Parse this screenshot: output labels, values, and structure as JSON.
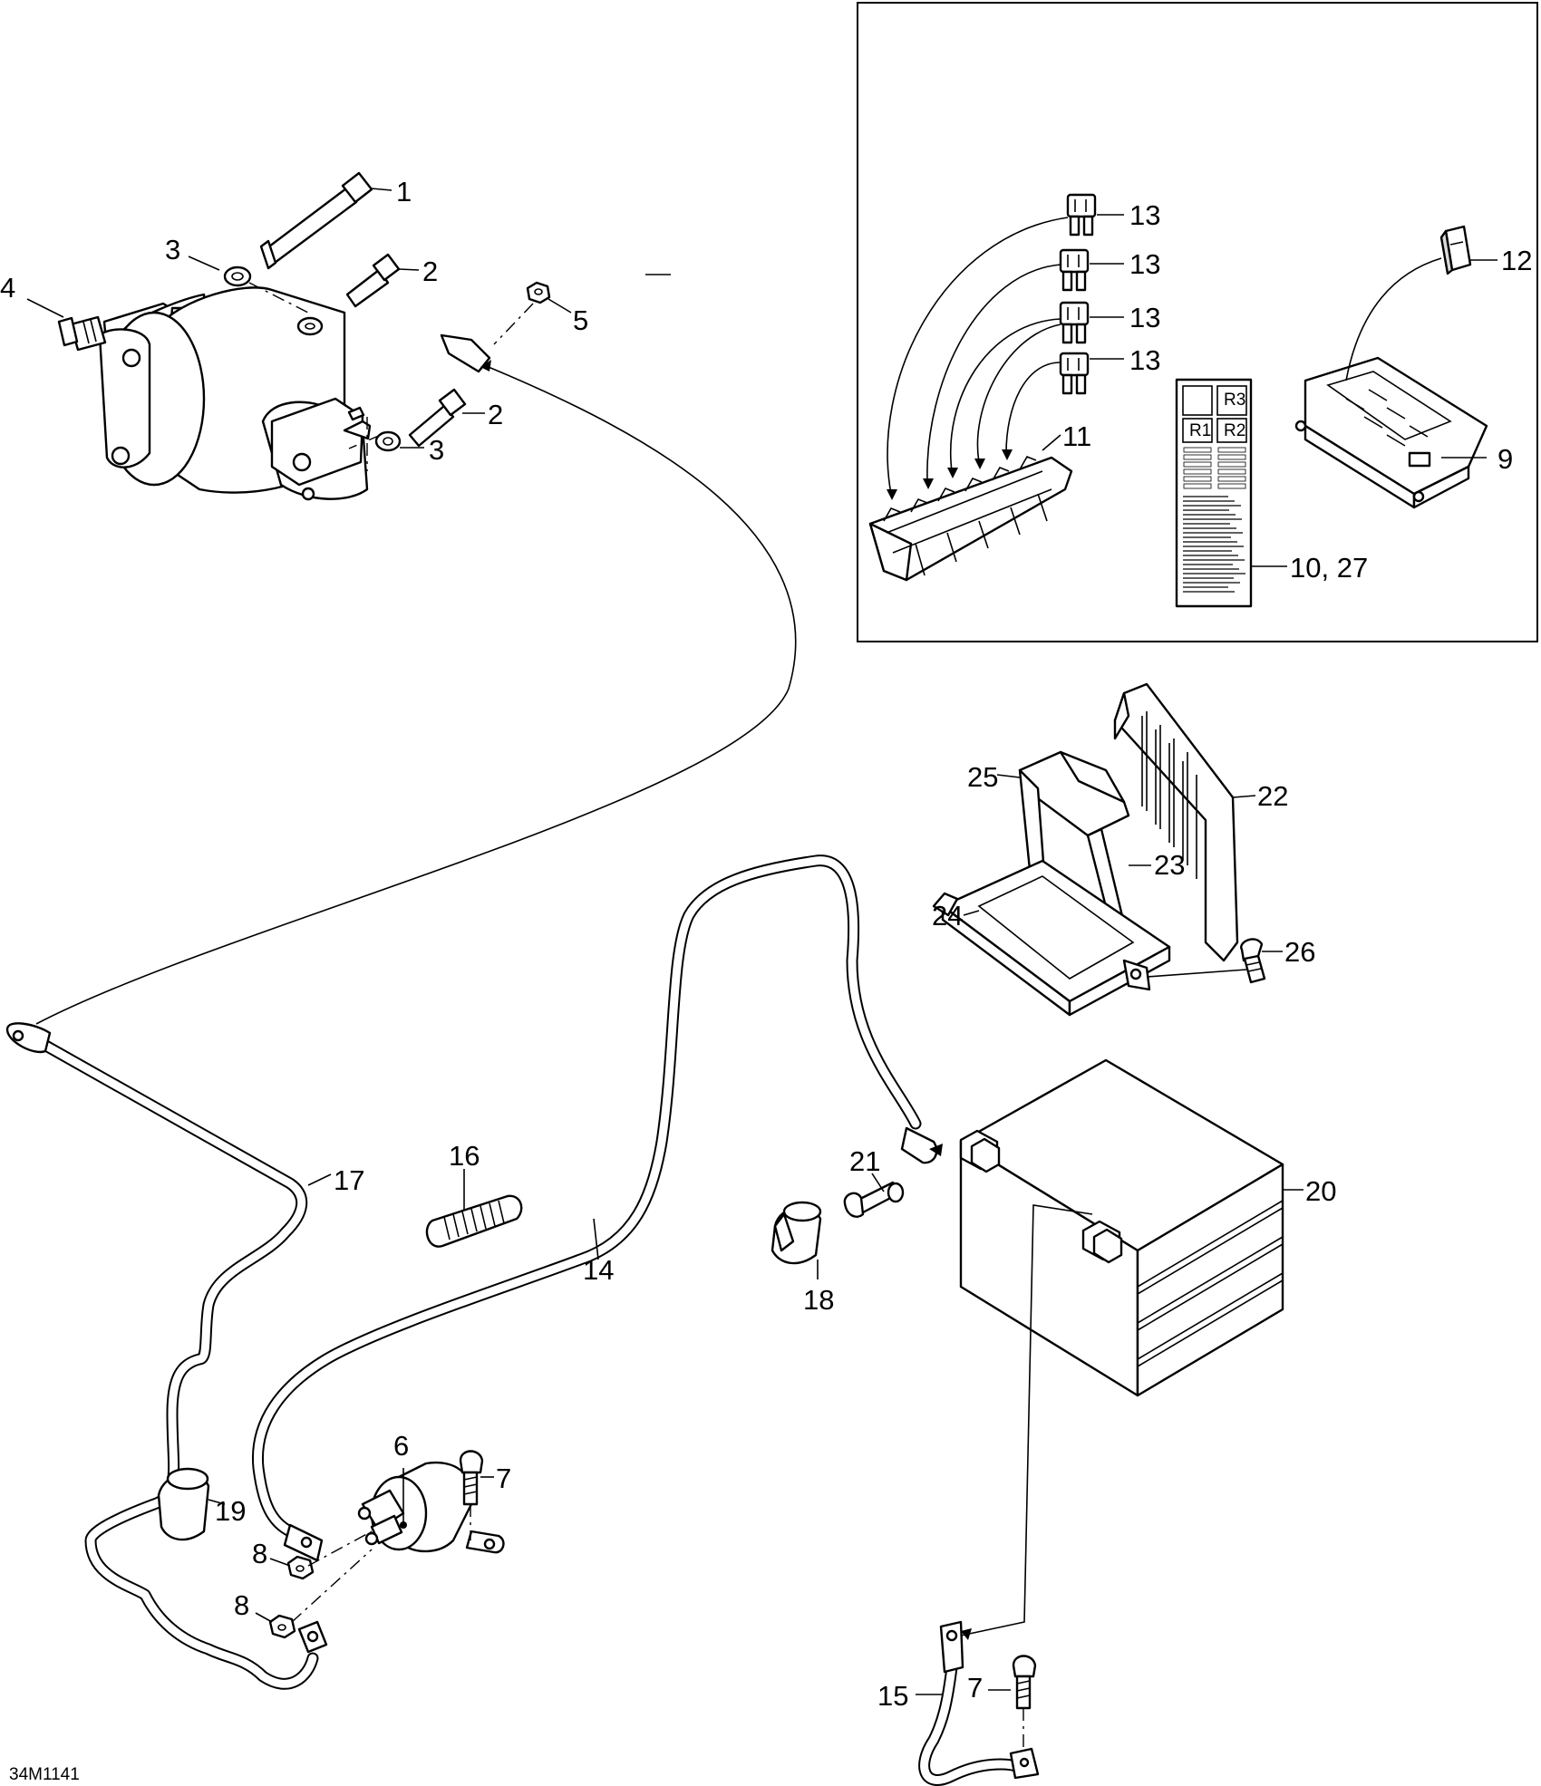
{
  "drawing_code": "34M1141",
  "callouts": {
    "c1": "1",
    "c2a": "2",
    "c2b": "2",
    "c3a": "3",
    "c3b": "3",
    "c4": "4",
    "c5": "5",
    "c6": "6",
    "c7a": "7",
    "c7b": "7",
    "c8a": "8",
    "c8b": "8",
    "c9": "9",
    "c10_27": "10, 27",
    "c11": "11",
    "c12": "12",
    "c13a": "13",
    "c13b": "13",
    "c13c": "13",
    "c13d": "13",
    "c14": "14",
    "c15": "15",
    "c16": "16",
    "c17": "17",
    "c18": "18",
    "c19": "19",
    "c20": "20",
    "c21": "21",
    "c22": "22",
    "c23": "23",
    "c24": "24",
    "c25": "25",
    "c26": "26"
  },
  "relay_label": {
    "r1": "R1",
    "r2": "R2",
    "r3": "R3"
  }
}
